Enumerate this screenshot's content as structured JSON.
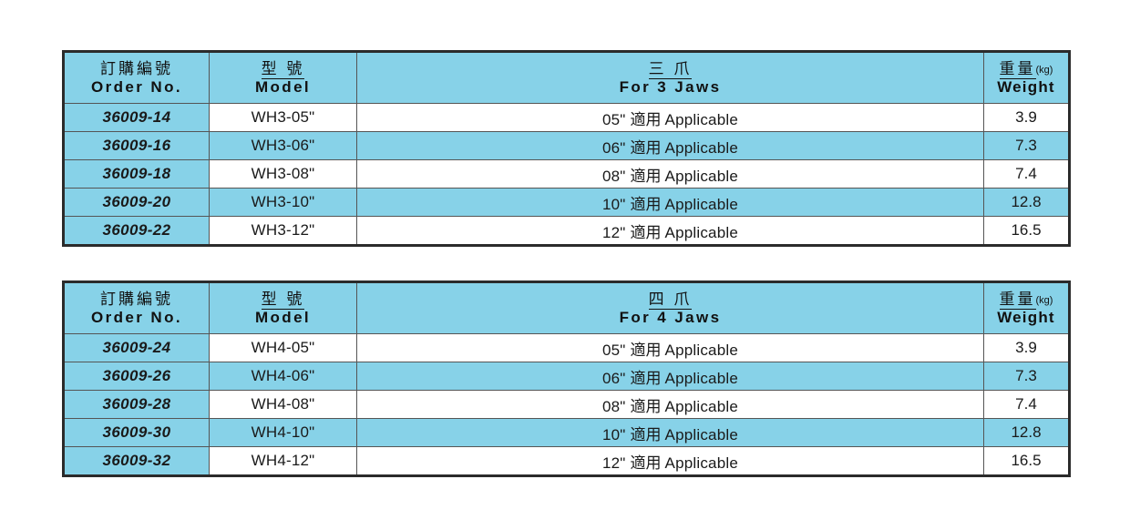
{
  "page": {
    "background_color": "#ffffff",
    "accent_blue": "#87d2e8",
    "border_color": "#2b2b2b"
  },
  "tables": [
    {
      "id": "three-jaw-table",
      "headers": {
        "order_no_cn": "訂購編號",
        "order_no_en": "Order No.",
        "model_cn": "型 號",
        "model_en": "Model",
        "jaws_cn": "三 爪",
        "jaws_en": "For 3 Jaws",
        "weight_cn": "重量",
        "weight_unit": "(kg)",
        "weight_en": "Weight"
      },
      "rows": [
        {
          "order_no": "36009-14",
          "model": "WH3-05\"",
          "jaws_size": "05\"",
          "jaws_cn": "適用",
          "jaws_en": "Applicable",
          "weight": "3.9",
          "striped": false
        },
        {
          "order_no": "36009-16",
          "model": "WH3-06\"",
          "jaws_size": "06\"",
          "jaws_cn": "適用",
          "jaws_en": "Applicable",
          "weight": "7.3",
          "striped": true
        },
        {
          "order_no": "36009-18",
          "model": "WH3-08\"",
          "jaws_size": "08\"",
          "jaws_cn": "適用",
          "jaws_en": "Applicable",
          "weight": "7.4",
          "striped": false
        },
        {
          "order_no": "36009-20",
          "model": "WH3-10\"",
          "jaws_size": "10\"",
          "jaws_cn": "適用",
          "jaws_en": "Applicable",
          "weight": "12.8",
          "striped": true
        },
        {
          "order_no": "36009-22",
          "model": "WH3-12\"",
          "jaws_size": "12\"",
          "jaws_cn": "適用",
          "jaws_en": "Applicable",
          "weight": "16.5",
          "striped": false
        }
      ]
    },
    {
      "id": "four-jaw-table",
      "headers": {
        "order_no_cn": "訂購編號",
        "order_no_en": "Order No.",
        "model_cn": "型 號",
        "model_en": "Model",
        "jaws_cn": "四 爪",
        "jaws_en": "For 4 Jaws",
        "weight_cn": "重量",
        "weight_unit": "(kg)",
        "weight_en": "Weight"
      },
      "rows": [
        {
          "order_no": "36009-24",
          "model": "WH4-05\"",
          "jaws_size": "05\"",
          "jaws_cn": "適用",
          "jaws_en": "Applicable",
          "weight": "3.9",
          "striped": false
        },
        {
          "order_no": "36009-26",
          "model": "WH4-06\"",
          "jaws_size": "06\"",
          "jaws_cn": "適用",
          "jaws_en": "Applicable",
          "weight": "7.3",
          "striped": true
        },
        {
          "order_no": "36009-28",
          "model": "WH4-08\"",
          "jaws_size": "08\"",
          "jaws_cn": "適用",
          "jaws_en": "Applicable",
          "weight": "7.4",
          "striped": false
        },
        {
          "order_no": "36009-30",
          "model": "WH4-10\"",
          "jaws_size": "10\"",
          "jaws_cn": "適用",
          "jaws_en": "Applicable",
          "weight": "12.8",
          "striped": true
        },
        {
          "order_no": "36009-32",
          "model": "WH4-12\"",
          "jaws_size": "12\"",
          "jaws_cn": "適用",
          "jaws_en": "Applicable",
          "weight": "16.5",
          "striped": false
        }
      ]
    }
  ]
}
